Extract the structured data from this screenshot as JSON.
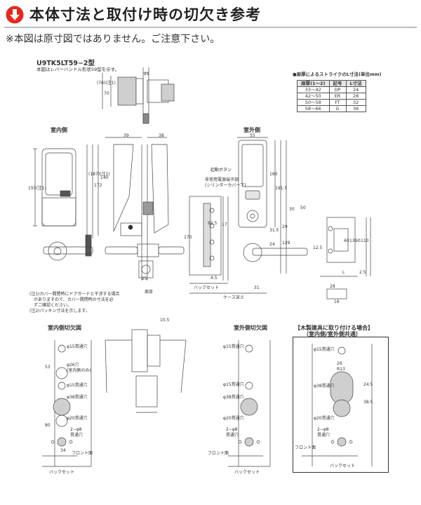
{
  "header": {
    "title": "本体寸法と取付け時の切欠き参考",
    "icon": "down-arrow-circle-icon",
    "accent_color": "#e8271d"
  },
  "note_top": "※本図は原寸図ではありません。ご注意下さい。",
  "model": {
    "name": "U9TK5LT59−2型",
    "subtitle": "本図はレバーハンドル形状59型を示す。"
  },
  "sections": {
    "inside": "室内側",
    "outside": "室外側",
    "inside_cut": "室内側切欠図",
    "outside_cut": "室外側切欠図",
    "wood_title": "【木製建具に取り付ける場合】",
    "wood_sub": "（室内側/室外側共通）"
  },
  "strike": {
    "title": "●扉厚によるストライクのL寸法(単位mm)",
    "headers": [
      "扉厚(1〜2)",
      "記号",
      "L寸法"
    ],
    "rows": [
      [
        "33〜42",
        "DP",
        "24"
      ],
      [
        "42〜50",
        "ER",
        "28"
      ],
      [
        "50〜58",
        "FT",
        "32"
      ],
      [
        "58〜66",
        "G",
        "36"
      ]
    ]
  },
  "labels": {
    "start_button": "起動ボタン",
    "emergency_1": "非常用電源端子部",
    "emergency_2": "(シリンダーカバー下)",
    "backset": "バックセット",
    "case_depth": "ケース深さ",
    "door_thickness": "扉厚",
    "front_plate": "フロント面",
    "hole_15": "φ15貫通穴",
    "hole_26": "φ26穴",
    "hole_26_note": "(室内側のみ)",
    "hole_38": "φ38貫通穴",
    "hole_20": "φ20貫通穴",
    "hole_2phi8": "2−φ8",
    "hole_2phi8_b": "貫通穴",
    "r_13": "R13"
  },
  "notes": "(注1)カバー開閉時にドアガードと干渉する場合\n　がありますので、カバー開閉時の寸法を必\n　ずご確認ください。\n(注2)パッキン寸法を示します。",
  "dims": {
    "d21": "21",
    "d70": "70",
    "d76": "(76)(注1)",
    "d39": "39",
    "d38": "38",
    "d55": "55",
    "d155": "155(注1)",
    "d187": "(187)(注1)",
    "d172": "172",
    "d140": "140",
    "d160": "160",
    "d191_5": "191.5",
    "d50": "50",
    "d92_5": "92.5",
    "d17": "17",
    "d170": "170",
    "d30": "30",
    "d31_5": "31.5",
    "d29": "29",
    "d24": "24",
    "d129": "129",
    "d25": "25",
    "d31": "31",
    "d4_5": "4.5",
    "d12_5": "12.5",
    "d60": "60",
    "d13": "13",
    "d90": "90",
    "d110": "110",
    "d2_5": "2.5",
    "d28": "28",
    "d16": "16",
    "d10_5": "10.5",
    "d53": "53",
    "d80": "80",
    "d34": "34",
    "d24_5": "24.5",
    "d38_5": "38.5",
    "d26": "26",
    "dL": "L"
  }
}
